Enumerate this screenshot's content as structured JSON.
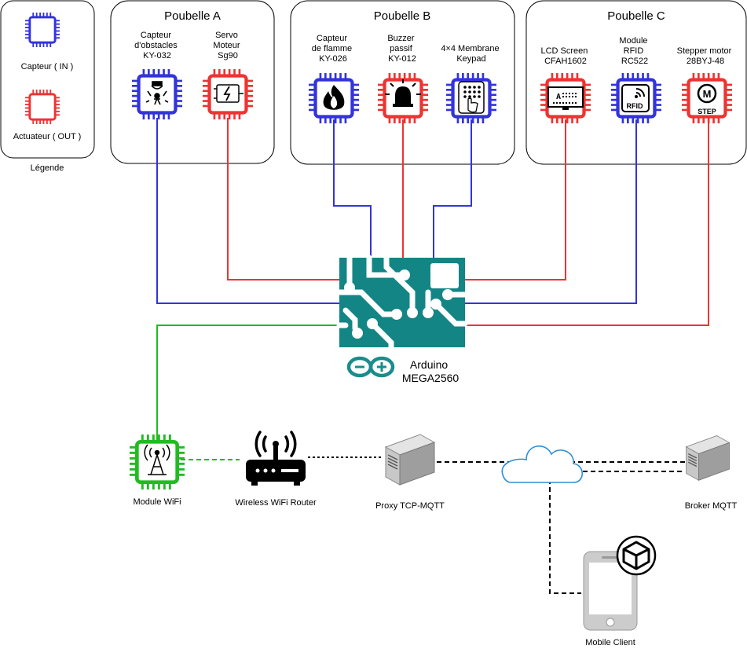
{
  "colors": {
    "input": "#3333dd",
    "output": "#ee3333",
    "wifi": "#22bb22",
    "arduino": "#138585",
    "arduino_logo": "#1a8c8c",
    "server": "#9a9a9a",
    "cloud": "#2b8fd6"
  },
  "legend": {
    "title": "Légende",
    "input_label": "Capteur ( IN )",
    "output_label": "Actuateur ( OUT )"
  },
  "groups": {
    "a": {
      "title": "Poubelle A",
      "c1": [
        "Capteur",
        "d'obstacles",
        "KY-032"
      ],
      "c2": [
        "Servo",
        "Moteur",
        "Sg90"
      ]
    },
    "b": {
      "title": "Poubelle B",
      "c1": [
        "Capteur",
        "de flamme",
        "KY-026"
      ],
      "c2": [
        "Buzzer",
        "passif",
        "KY-012"
      ],
      "c3": [
        "4×4 Membrane",
        "Keypad"
      ]
    },
    "c": {
      "title": "Poubelle C",
      "c1": [
        "LCD Screen",
        "CFAH1602"
      ],
      "c2": [
        "Module",
        "RFID",
        "RC522"
      ],
      "c3": [
        "Stepper motor",
        "28BYJ-48"
      ]
    }
  },
  "icon_text": {
    "lcd": "A",
    "rfid": "RFID",
    "stepper_m": "M",
    "stepper_step": "STEP"
  },
  "arduino": {
    "line1": "Arduino",
    "line2": "MEGA2560"
  },
  "network": {
    "wifi_module": "Module WiFi",
    "router": "Wireless WiFi Router",
    "proxy": "Proxy TCP-MQTT",
    "broker": "Broker MQTT",
    "mobile": "Mobile Client"
  }
}
